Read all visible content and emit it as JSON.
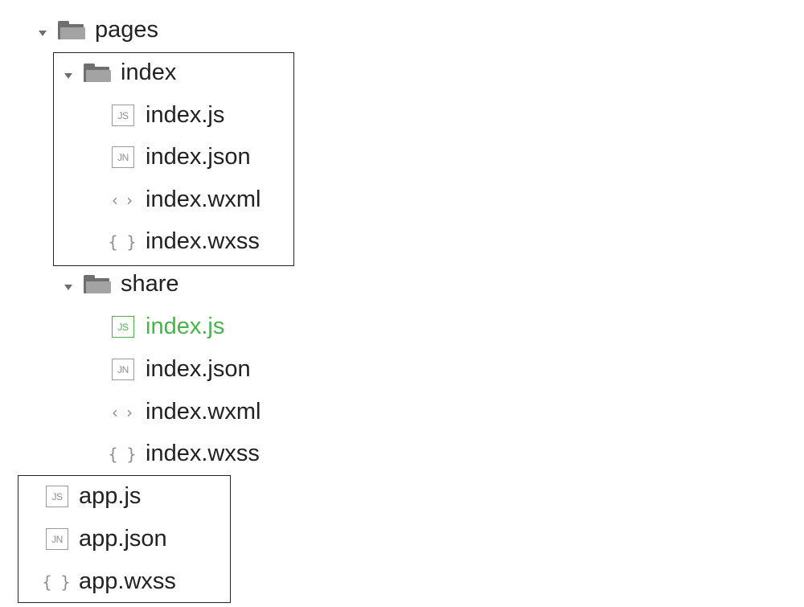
{
  "tree": {
    "pages_folder": {
      "label": "pages",
      "icon": "folder-open-icon",
      "expanded": true
    },
    "index_folder": {
      "label": "index",
      "icon": "folder-open-icon",
      "expanded": true,
      "files": [
        {
          "label": "index.js",
          "icon_text": "JS",
          "icon": "js-file-icon"
        },
        {
          "label": "index.json",
          "icon_text": "JN",
          "icon": "json-file-icon"
        },
        {
          "label": "index.wxml",
          "icon_text": "‹ ›",
          "icon": "angle-brackets-icon"
        },
        {
          "label": "index.wxss",
          "icon_text": "{ }",
          "icon": "curly-braces-icon"
        }
      ]
    },
    "share_folder": {
      "label": "share",
      "icon": "folder-open-icon",
      "expanded": true,
      "files": [
        {
          "label": "index.js",
          "icon_text": "JS",
          "icon": "js-file-icon",
          "active": true
        },
        {
          "label": "index.json",
          "icon_text": "JN",
          "icon": "json-file-icon"
        },
        {
          "label": "index.wxml",
          "icon_text": "‹ ›",
          "icon": "angle-brackets-icon"
        },
        {
          "label": "index.wxss",
          "icon_text": "{ }",
          "icon": "curly-braces-icon"
        }
      ]
    },
    "root_files": [
      {
        "label": "app.js",
        "icon_text": "JS",
        "icon": "js-file-icon"
      },
      {
        "label": "app.json",
        "icon_text": "JN",
        "icon": "json-file-icon"
      },
      {
        "label": "app.wxss",
        "icon_text": "{ }",
        "icon": "curly-braces-icon"
      }
    ]
  },
  "colors": {
    "text": "#222222",
    "active_file": "#49b34a",
    "icon_gray": "#8e8e8e",
    "folder_dark": "#6f6f6f",
    "folder_light": "#a3a3a3",
    "highlight_border": "#222222"
  }
}
